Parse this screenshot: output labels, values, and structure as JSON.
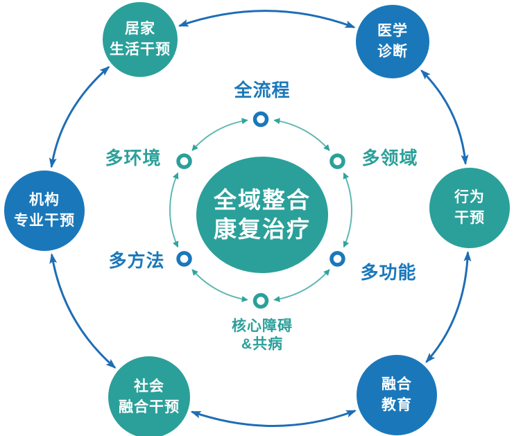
{
  "colors": {
    "teal": "#2BA09A",
    "blue": "#1A78BA",
    "arrow_blue": "#1E6DB5",
    "inner_ring": "#5FB8B1",
    "inner_arrow": "#2FA49D",
    "background": "#FFFFFF",
    "text_white": "#FFFFFF"
  },
  "diagram": {
    "center_node": {
      "label": "全域整合\n康复治疗"
    },
    "inner_ring": {
      "items": [
        {
          "label": "全流程",
          "color": "blue"
        },
        {
          "label": "多环境",
          "color": "teal"
        },
        {
          "label": "多领域",
          "color": "teal"
        },
        {
          "label": "多方法",
          "color": "blue"
        },
        {
          "label": "多功能",
          "color": "blue"
        },
        {
          "label": "核心障碍\n&共病",
          "color": "teal"
        }
      ]
    },
    "outer_ring": {
      "items": [
        {
          "label": "居家\n生活干预",
          "color": "teal"
        },
        {
          "label": "医学\n诊断",
          "color": "blue"
        },
        {
          "label": "行为\n干预",
          "color": "teal"
        },
        {
          "label": "融合\n教育",
          "color": "blue"
        },
        {
          "label": "社会\n融合干预",
          "color": "teal"
        },
        {
          "label": "机构\n专业干预",
          "color": "blue"
        }
      ]
    }
  }
}
